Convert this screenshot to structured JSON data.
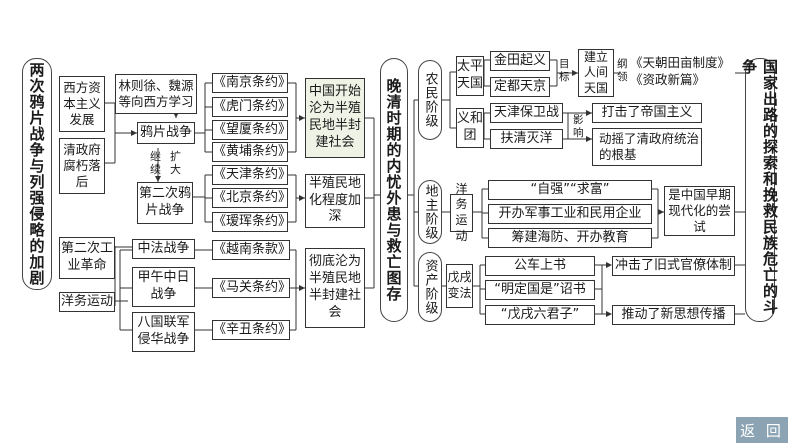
{
  "title": "两次鸦片战争与列强侵略的加剧",
  "center": "晚清时期的内忧外患与救亡图存",
  "right": "国家出路的探索和挽救民族危亡的斗争",
  "left": {
    "a": "西方资本主义发展",
    "b": "清政府腐朽落后",
    "c": "第二次工业革命",
    "d": "洋务运动"
  },
  "wars": {
    "i": "林则徐、魏源等向西方学习",
    "o": "鸦片战争",
    "s": "第二次鸦片战争",
    "sfj": "中法战争",
    "jw": "甲午中日战争",
    "bg": "八国联军侵华战争",
    "arrow_a": "继续",
    "arrow_b": "扩大"
  },
  "treaties": {
    "t1": "《南京条约》",
    "t2": "《虎门条约》",
    "t3": "《望厦条约》",
    "t4": "《黄埔条约》",
    "t5": "《天津条约》",
    "t6": "《北京条约》",
    "t7": "《瑷珲条约》",
    "t8": "《越南条款》",
    "t9": "《马关条约》",
    "t10": "《辛丑条约》"
  },
  "results": {
    "r1": "中国开始沦为半殖民地半封建社会",
    "r2": "半殖民地化程度加深",
    "r3": "彻底沦为半殖民地半封建社会"
  },
  "classes": {
    "p": "农民阶级",
    "l": "地主阶级",
    "b": "资产阶级"
  },
  "peasant": {
    "tp": "太平天国",
    "yht": "义和团",
    "jt": "金田起义",
    "dd": "定都天京",
    "mb": "目标",
    "jl": "建立人间天国",
    "gl": "纲领",
    "gl1": "《天朝田亩制度》",
    "gl2": "《资政新篇》",
    "tj": "天津保卫战",
    "fq": "扶清灭洋",
    "yx": "影响",
    "dj": "打击了帝国主义",
    "dy": "动摇了清政府统治的根基"
  },
  "landlord": {
    "yw": "洋务运动",
    "zq": "“自强”“求富”",
    "kb": "开办军事工业和民用企业",
    "ch": "筹建海防、开办教育",
    "ev": "是中国早期现代化的尝试"
  },
  "bourg": {
    "wx": "戊戌变法",
    "gc": "公车上书",
    "mg": "“明定国是”诏书",
    "lj": "“戊戌六君子”",
    "cj": "冲击了旧式官僚体制",
    "td": "推动了新思想传播"
  },
  "nav": {
    "back": "返 回"
  }
}
